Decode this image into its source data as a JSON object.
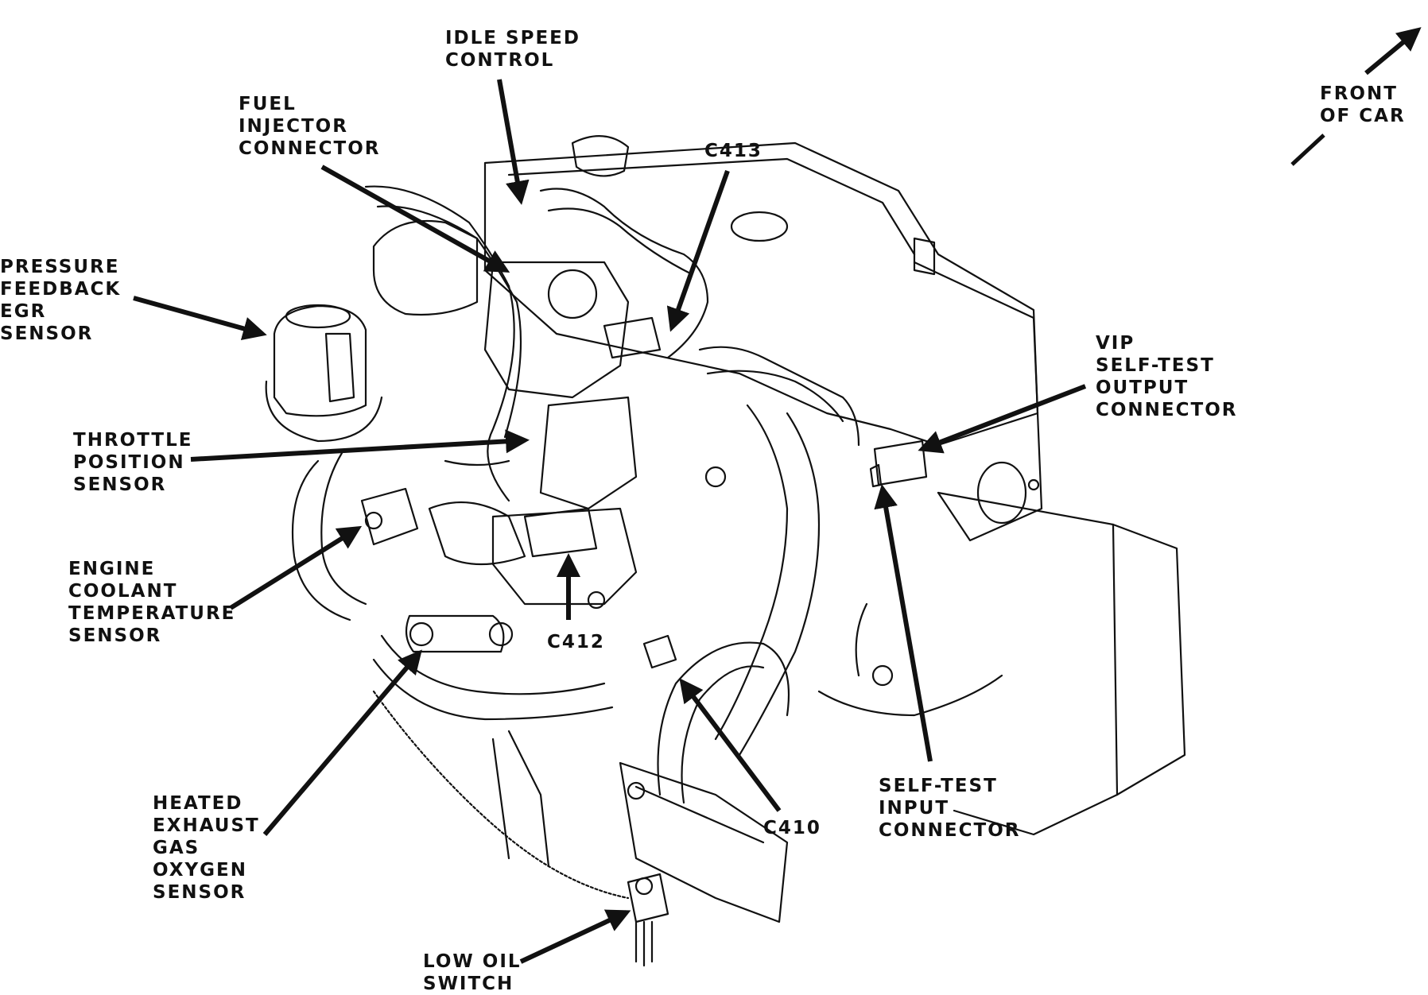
{
  "colors": {
    "ink": "#111111",
    "paper": "#ffffff"
  },
  "labels": {
    "idle_speed": [
      "IDLE SPEED",
      "CONTROL"
    ],
    "fuel_injector": [
      "FUEL",
      "INJECTOR",
      "CONNECTOR"
    ],
    "c413": [
      "C413"
    ],
    "front_of_car": [
      "FRONT",
      "OF CAR"
    ],
    "pfe_sensor": [
      "PRESSURE",
      "FEEDBACK",
      "EGR",
      "SENSOR"
    ],
    "vip": [
      "VIP",
      "SELF-TEST",
      "OUTPUT",
      "CONNECTOR"
    ],
    "tps": [
      "THROTTLE",
      "POSITION",
      "SENSOR"
    ],
    "ect": [
      "ENGINE",
      "COOLANT",
      "TEMPERATURE",
      "SENSOR"
    ],
    "c412": [
      "C412"
    ],
    "hego": [
      "HEATED",
      "EXHAUST",
      "GAS",
      "OXYGEN",
      "SENSOR"
    ],
    "c410": [
      "C410"
    ],
    "self_test_input": [
      "SELF-TEST",
      "INPUT",
      "CONNECTOR"
    ],
    "low_oil": [
      "LOW OIL",
      "SWITCH"
    ]
  }
}
